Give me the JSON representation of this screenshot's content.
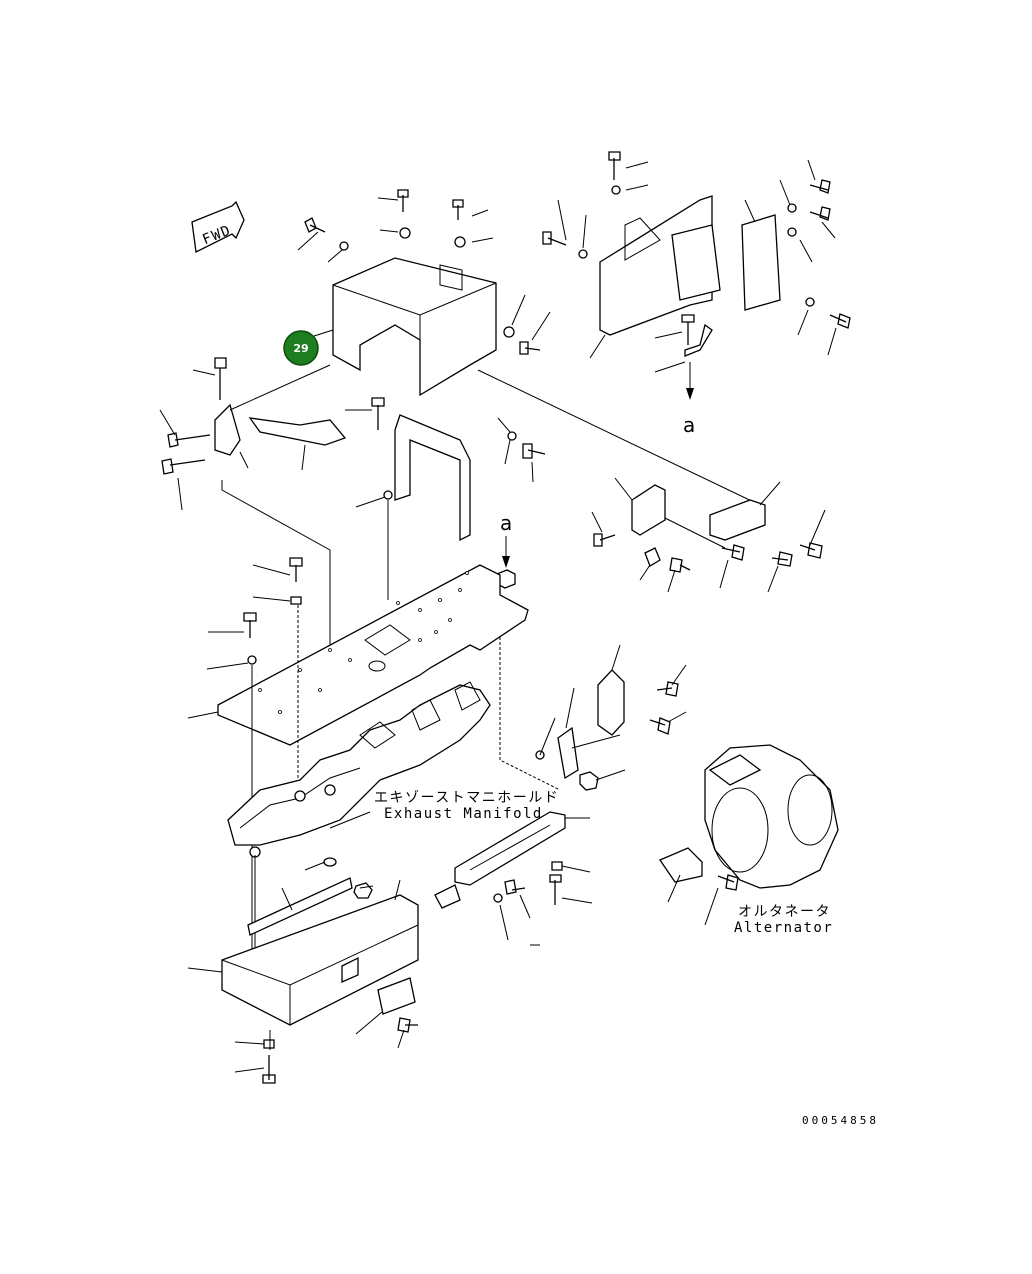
{
  "labels": {
    "fwd": "FWD",
    "exhaust_jp": "エキゾーストマニホールド",
    "exhaust_en": "Exhaust Manifold",
    "alternator_jp": "オルタネータ",
    "alternator_en": "Alternator",
    "ref_a_top": "a",
    "ref_a_mid": "a",
    "drawing_number": "00054858"
  },
  "callout": {
    "number": "29",
    "color": "#1e7d1e"
  }
}
